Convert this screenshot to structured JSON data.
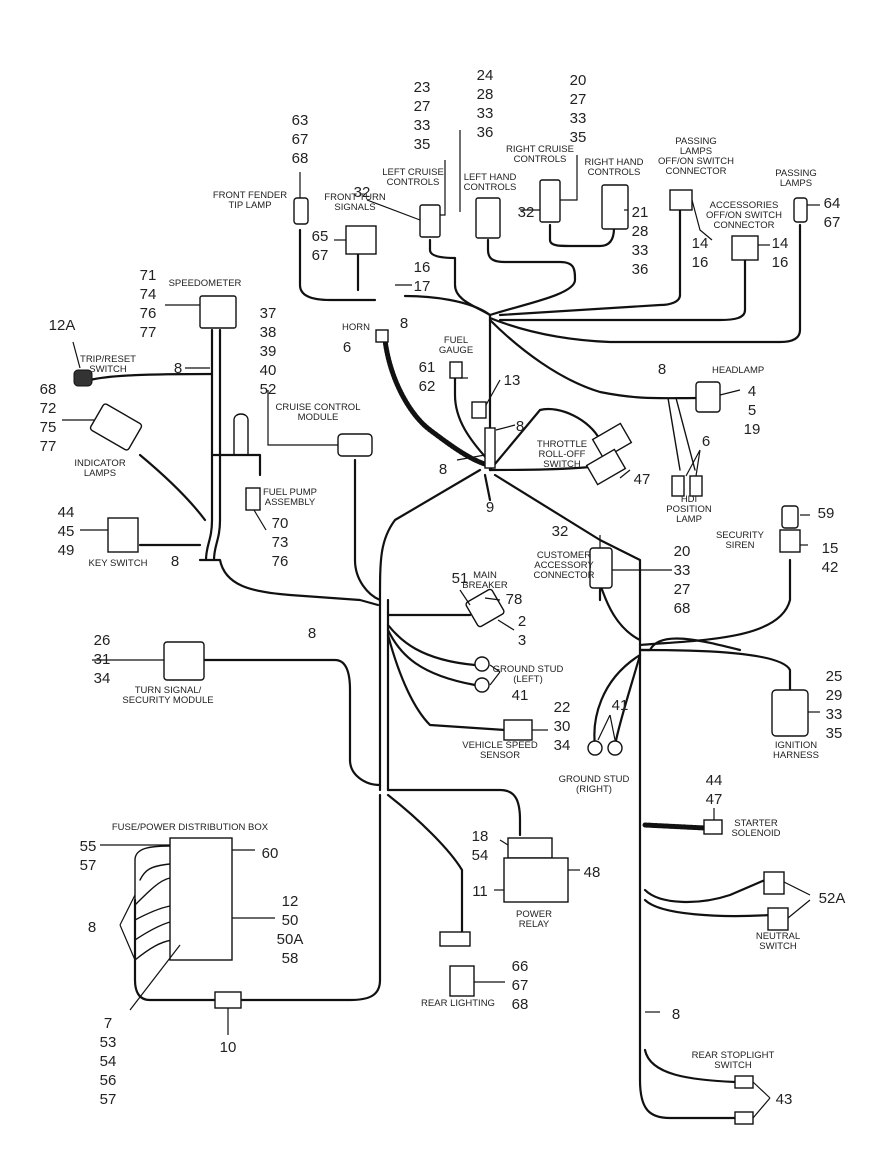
{
  "labels": {
    "front_fender_tip_lamp": [
      "FRONT FENDER",
      "TIP LAMP"
    ],
    "front_turn_signals": [
      "FRONT TURN",
      "SIGNALS"
    ],
    "left_cruise_controls": [
      "LEFT CRUISE",
      "CONTROLS"
    ],
    "left_hand_controls": [
      "LEFT HAND",
      "CONTROLS"
    ],
    "right_cruise_controls": [
      "RIGHT CRUISE",
      "CONTROLS"
    ],
    "right_hand_controls": [
      "RIGHT HAND",
      "CONTROLS"
    ],
    "passing_lamps_switch": [
      "PASSING",
      "LAMPS",
      "OFF/ON SWITCH",
      "CONNECTOR"
    ],
    "passing_lamps": [
      "PASSING",
      "LAMPS"
    ],
    "accessories_switch": [
      "ACCESSORIES",
      "OFF/ON SWITCH",
      "CONNECTOR"
    ],
    "speedometer": [
      "SPEEDOMETER"
    ],
    "trip_reset_switch": [
      "TRIP/RESET",
      "SWITCH"
    ],
    "horn": [
      "HORN"
    ],
    "fuel_gauge": [
      "FUEL",
      "GAUGE"
    ],
    "headlamp": [
      "HEADLAMP"
    ],
    "cruise_control_module": [
      "CRUISE CONTROL",
      "MODULE"
    ],
    "throttle_rolloff_switch": [
      "THROTTLE",
      "ROLL-OFF",
      "SWITCH"
    ],
    "indicator_lamps": [
      "INDICATOR",
      "LAMPS"
    ],
    "fuel_pump_assembly": [
      "FUEL PUMP",
      "ASSEMBLY"
    ],
    "hdi_position_lamp": [
      "HDI",
      "POSITION",
      "LAMP"
    ],
    "key_switch": [
      "KEY SWITCH"
    ],
    "security_siren": [
      "SECURITY",
      "SIREN"
    ],
    "customer_accessory_connector": [
      "CUSTOMER",
      "ACCESSORY",
      "CONNECTOR"
    ],
    "main_breaker": [
      "MAIN",
      "BREAKER"
    ],
    "turn_signal_security_module": [
      "TURN SIGNAL/",
      "SECURITY MODULE"
    ],
    "ground_stud_left": [
      "GROUND STUD",
      "(LEFT)"
    ],
    "vehicle_speed_sensor": [
      "VEHICLE SPEED",
      "SENSOR"
    ],
    "ignition_harness": [
      "IGNITION",
      "HARNESS"
    ],
    "ground_stud_right": [
      "GROUND STUD",
      "(RIGHT)"
    ],
    "starter_solenoid": [
      "STARTER",
      "SOLENOID"
    ],
    "fuse_power_box": [
      "FUSE/POWER DISTRIBUTION BOX"
    ],
    "power_relay": [
      "POWER",
      "RELAY"
    ],
    "neutral_switch": [
      "NEUTRAL",
      "SWITCH"
    ],
    "rear_lighting": [
      "REAR LIGHTING"
    ],
    "rear_stoplight_switch": [
      "REAR STOPLIGHT",
      "SWITCH"
    ]
  },
  "callouts": {
    "c_23_27_33_35": [
      "23",
      "27",
      "33",
      "35"
    ],
    "c_24_28_33_36": [
      "24",
      "28",
      "33",
      "36"
    ],
    "c_20_27_33_35": [
      "20",
      "27",
      "33",
      "35"
    ],
    "c_63_67_68": [
      "63",
      "67",
      "68"
    ],
    "c_32_left": [
      "32"
    ],
    "c_32_right": [
      "32"
    ],
    "c_21_28_33_36": [
      "21",
      "28",
      "33",
      "36"
    ],
    "c_14_16_a": [
      "14",
      "16"
    ],
    "c_14_16_b": [
      "14",
      "16"
    ],
    "c_64_67": [
      "64",
      "67"
    ],
    "c_65_67": [
      "65",
      "67"
    ],
    "c_16_17": [
      "16",
      "17"
    ],
    "c_8_top": [
      "8"
    ],
    "c_71_74_76_77": [
      "71",
      "74",
      "76",
      "77"
    ],
    "c_37_38_39_40_52": [
      "37",
      "38",
      "39",
      "40",
      "52"
    ],
    "c_12a": [
      "12A"
    ],
    "c_8_trip": [
      "8"
    ],
    "c_6_horn": [
      "6"
    ],
    "c_61_62": [
      "61",
      "62"
    ],
    "c_13": [
      "13"
    ],
    "c_8_head": [
      "8"
    ],
    "c_4_5_19": [
      "4",
      "5",
      "19"
    ],
    "c_68_72_75_77": [
      "68",
      "72",
      "75",
      "77"
    ],
    "c_8_throttle": [
      "8"
    ],
    "c_6_hdi": [
      "6"
    ],
    "c_47_throttle": [
      "47"
    ],
    "c_8_center": [
      "8"
    ],
    "c_9": [
      "9"
    ],
    "c_70_73_76": [
      "70",
      "73",
      "76"
    ],
    "c_44_45_49": [
      "44",
      "45",
      "49"
    ],
    "c_8_key": [
      "8"
    ],
    "c_59": [
      "59"
    ],
    "c_15_42": [
      "15",
      "42"
    ],
    "c_32_customer": [
      "32"
    ],
    "c_20_33_27_68": [
      "20",
      "33",
      "27",
      "68"
    ],
    "c_51": [
      "51"
    ],
    "c_78": [
      "78"
    ],
    "c_2_3": [
      "2",
      "3"
    ],
    "c_8_mid": [
      "8"
    ],
    "c_26_31_34": [
      "26",
      "31",
      "34"
    ],
    "c_41_left": [
      "41"
    ],
    "c_25_29_33_35": [
      "25",
      "29",
      "33",
      "35"
    ],
    "c_22_30_34": [
      "22",
      "30",
      "34"
    ],
    "c_41_right": [
      "41"
    ],
    "c_44_47": [
      "44",
      "47"
    ],
    "c_18_54": [
      "18",
      "54"
    ],
    "c_48": [
      "48"
    ],
    "c_11": [
      "11"
    ],
    "c_55_57": [
      "55",
      "57"
    ],
    "c_60": [
      "60"
    ],
    "c_12_50_50a_58": [
      "12",
      "50",
      "50A",
      "58"
    ],
    "c_8_fuse": [
      "8"
    ],
    "c_52a": [
      "52A"
    ],
    "c_66_67_68": [
      "66",
      "67",
      "68"
    ],
    "c_8_lower": [
      "8"
    ],
    "c_7_53_54_56_57": [
      "7",
      "53",
      "54",
      "56",
      "57"
    ],
    "c_10": [
      "10"
    ],
    "c_43": [
      "43"
    ]
  }
}
